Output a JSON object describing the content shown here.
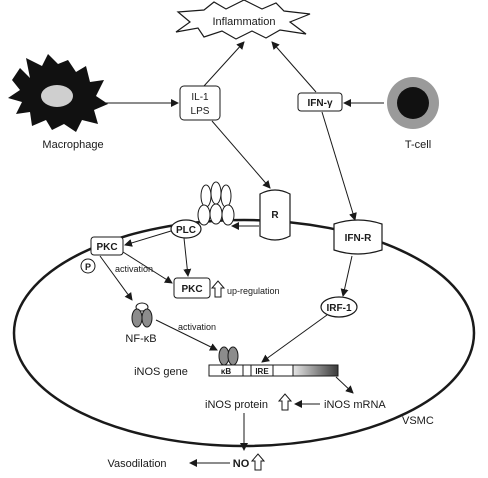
{
  "labels": {
    "inflammation": "Inflammation",
    "il1": "IL-1",
    "lps": "LPS",
    "ifn_gamma": "IFN-γ",
    "macrophage": "Macrophage",
    "tcell": "T-cell",
    "receptor_r": "R",
    "plc": "PLC",
    "ifn_r": "IFN-R",
    "pkc_left": "PKC",
    "p": "P",
    "activation_1": "activation",
    "pkc_mid": "PKC",
    "upregulation": "up-regulation",
    "irf1": "IRF-1",
    "nfkb": "NF-κB",
    "activation_2": "activation",
    "inos_gene": "iNOS gene",
    "kb": "κB",
    "ire": "IRE",
    "inos_protein": "iNOS protein",
    "inos_mrna": "iNOS mRNA",
    "vsmc": "VSMC",
    "vasodilation": "Vasodilation",
    "no": "NO"
  },
  "colors": {
    "line": "#1a1a1a",
    "cell_body": "#111111",
    "nucleus": "#cfcfcf",
    "tcell_ring": "#9a9a9a",
    "nfkb_fill": "#8c8c8c",
    "gene_gradient_dark": "#444444"
  }
}
